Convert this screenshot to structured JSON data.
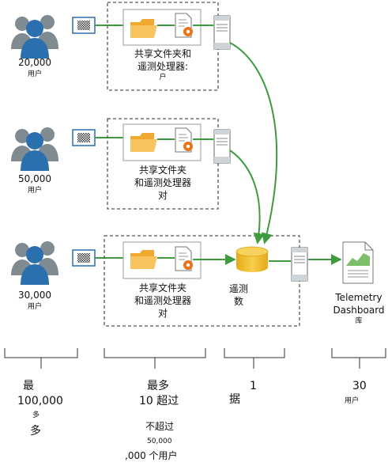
{
  "rows": [
    {
      "count": "20,000",
      "users": "用户",
      "box_lines": [
        "共享文件夹和",
        "遥测处理器:",
        "户"
      ]
    },
    {
      "count": "50,000",
      "users": "用户",
      "box_lines": [
        "共享文件夹",
        "和遥测处理器",
        "对"
      ]
    },
    {
      "count": "30,000",
      "users": "用户",
      "box_lines": [
        "共享文件夹",
        "和遥测处理器",
        "对"
      ]
    }
  ],
  "telemetry_db": {
    "lines": [
      "遥测",
      "数"
    ]
  },
  "dashboard": {
    "lines": [
      "Telemetry",
      "Dashboard"
    ],
    "sub": "库"
  },
  "scale": {
    "col1": {
      "lines": [
        "最",
        "100,000"
      ],
      "small": "多",
      "extra": "多"
    },
    "col2": {
      "lines": [
        "最多",
        "10 超过"
      ],
      "note": [
        "不超过",
        "50,000",
        ",000 个用户"
      ]
    },
    "col3": {
      "top": "1",
      "bottom": "据"
    },
    "col4": {
      "top": "30",
      "bottom": "用户"
    }
  },
  "colors": {
    "people_front": "#2a6fae",
    "people_back": "#7f8a91",
    "arrow": "#3e9b3e",
    "folder": "#f5b94a",
    "gear": "#e8741c",
    "database": "#f0bd2e",
    "chart_fill": "#7cbf6a"
  }
}
